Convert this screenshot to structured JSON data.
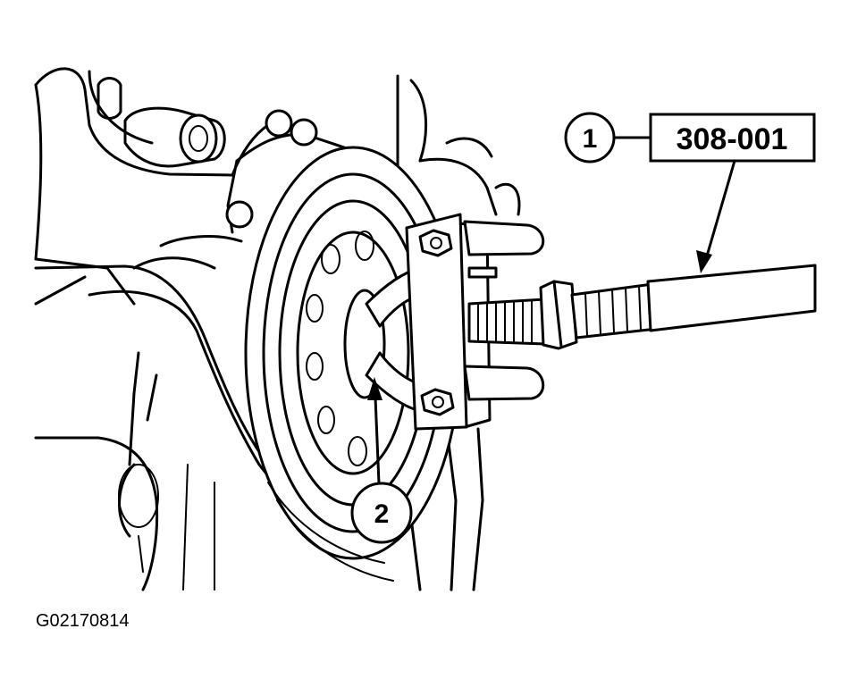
{
  "callouts": [
    {
      "number": "1"
    },
    {
      "number": "2"
    }
  ],
  "tool_number": "308-001",
  "figure_id": "G02170814"
}
